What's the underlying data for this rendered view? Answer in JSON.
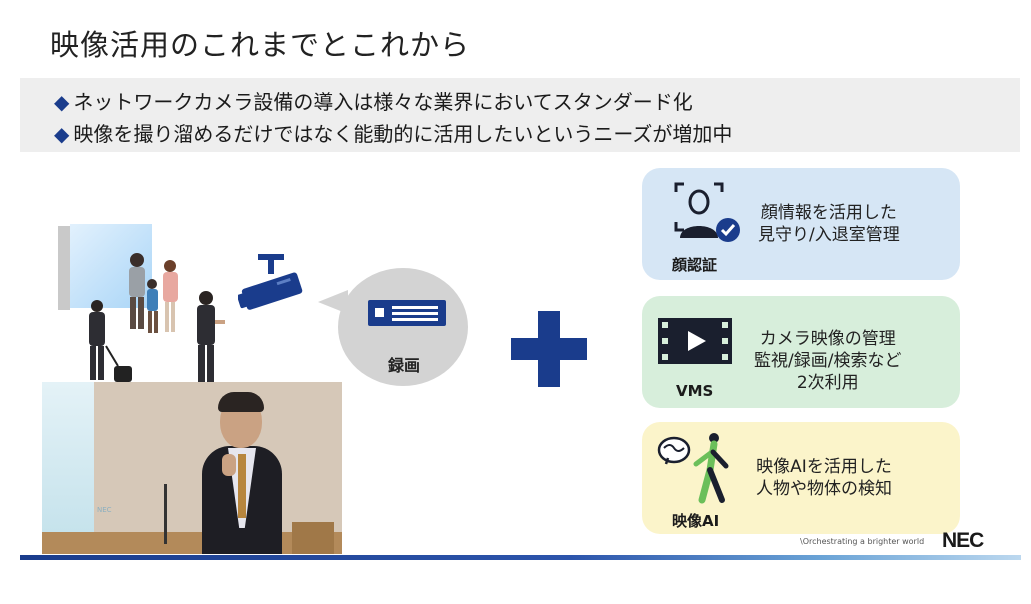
{
  "slide": {
    "title": "映像活用のこれまでとこれから",
    "bullets": [
      {
        "marker": "◆",
        "text": "ネットワークカメラ設備の導入は様々な業界においてスタンダード化"
      },
      {
        "marker": "◆",
        "text": "映像を撮り溜めるだけではなく能動的に活用したいというニーズが増加中"
      }
    ],
    "recorder_label": "録画",
    "cards": [
      {
        "name": "顔認証",
        "desc_line1": "顔情報を活用した",
        "desc_line2": "見守り/入退室管理",
        "icon": "face-recognition-icon"
      },
      {
        "name": "VMS",
        "desc_line1": "カメラ映像の管理",
        "desc_line2": "監視/録画/検索など",
        "desc_line3": "2次利用",
        "icon": "video-play-icon"
      },
      {
        "name": "映像AI",
        "desc_line1": "映像AIを活用した",
        "desc_line2": "人物や物体の検知",
        "icon": "ai-brain-person-icon"
      }
    ],
    "tagline": "\\Orchestrating a brighter world",
    "logo": "NEC",
    "video_overlay_logo": "NEC"
  },
  "colors": {
    "accent_blue": "#1a3c8c",
    "card_face": "#d6e6f5",
    "card_vms": "#d7eedb",
    "card_ai": "#fbf4ca"
  }
}
